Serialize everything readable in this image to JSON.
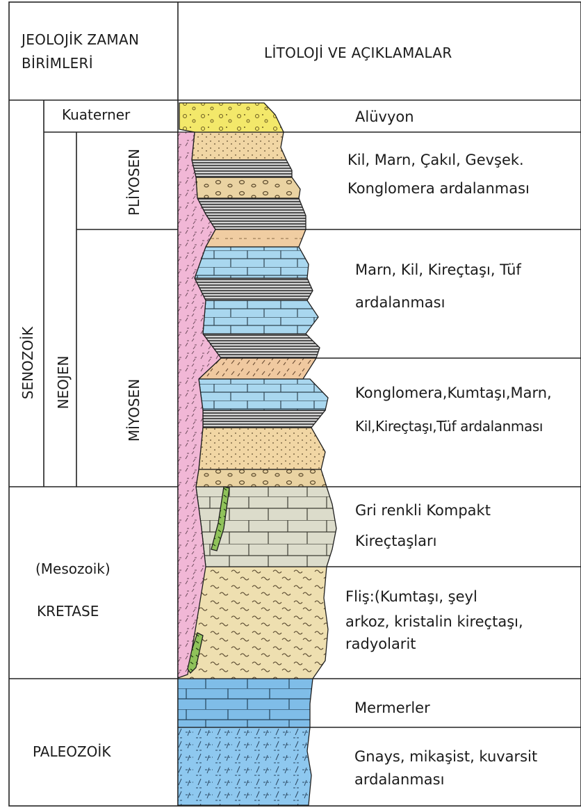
{
  "header": {
    "left_line1": "JEOLOJİK ZAMAN",
    "left_line2": "BİRİMLERİ",
    "right": "LİTOLOJİ VE AÇIKLAMALAR"
  },
  "time_units": {
    "senozoik": "SENOZOİK",
    "neojen": "NEOJEN",
    "kuaterner": "Kuaterner",
    "pliyosen": "PLİYOSEN",
    "miyosen": "MİYOSEN",
    "mesozoik": "(Mesozoik)",
    "kretase": "KRETASE",
    "paleozoik": "PALEOZOİK"
  },
  "descriptions": {
    "aluvyon": "Alüvyon",
    "pliyosen_line1": "Kil, Marn, Çakıl, Gevşek.",
    "pliyosen_line2": "Konglomera ardalanması",
    "miyosen_upper_line1": "Marn, Kil, Kireçtaşı, Tüf",
    "miyosen_upper_line2": "ardalanması",
    "miyosen_lower_line1": "Konglomera,Kumtaşı,Marn,",
    "miyosen_lower_line2": "Kil,Kireçtaşı,Tüf ardalanması",
    "kretase_upper_line1": "Gri renkli Kompakt",
    "kretase_upper_line2": "Kireçtaşları",
    "flis_line1": "Fliş:(Kumtaşı, şeyl",
    "flis_line2": "arkoz, kristalin kireçtaşı,",
    "flis_line3": "radyolarit",
    "mermerler": "Mermerler",
    "gnays_line1": "Gnays, mikaşist, kuvarsit",
    "gnays_line2": "ardalanması"
  },
  "colors": {
    "alluvium": "#f3e86a",
    "gravel": "#ead3a2",
    "sand": "#f1d6a4",
    "marl_peach": "#f0cda2",
    "limestone_blue": "#a9d7ef",
    "shale_dark": "#4a4a4a",
    "gray_limestone": "#dcdccb",
    "flysch": "#eedfb0",
    "marble": "#7fbde8",
    "gneiss": "#8ec8ef",
    "intrusive_pink": "#f1b7d6",
    "dyke_green": "#8fc25a"
  }
}
